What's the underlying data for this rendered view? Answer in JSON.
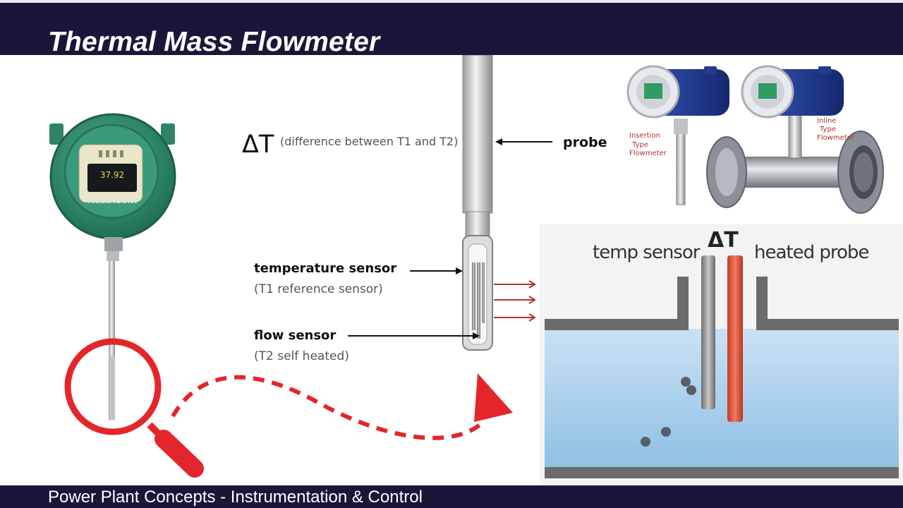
{
  "slide": {
    "title": "Thermal Mass Flowmeter",
    "footer": "Power Plant Concepts - Instrumentation & Control"
  },
  "diagram": {
    "delta_symbol": "ΔT",
    "delta_description": "(difference between T1 and T2)",
    "probe_label": "probe",
    "temperature_sensor_label": "temperature sensor",
    "temperature_sensor_note": "(T1 reference sensor)",
    "flow_sensor_label": "flow sensor",
    "flow_sensor_note": "(T2 self heated)",
    "transmitter_brand": "PARAMOUNT",
    "transmitter_display": "37.92",
    "insertion_label_lines": [
      "Insertion",
      "Type",
      "Flowmeter"
    ],
    "inline_label_lines": [
      "Inline",
      "Type",
      "Flowmeter"
    ],
    "cross_section": {
      "temp_sensor_label": "temp sensor",
      "delta_symbol": "ΔT",
      "heated_probe_label": "heated probe"
    }
  },
  "colors": {
    "banner": "#19163a",
    "accent_red": "#e3262b",
    "transmitter_green": "#2e8a6e",
    "flowmeter_blue": "#1e3a8a",
    "fluid_blue": "#9cc8e8",
    "heated_probe": "#e0553d"
  }
}
